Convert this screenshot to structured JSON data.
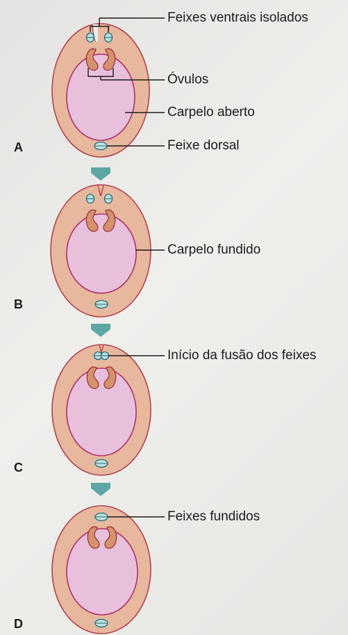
{
  "colors": {
    "background": "#ebebe8",
    "carpel_wall": "#e7b79e",
    "carpel_wall_stroke": "#b2434f",
    "locule": "#e8c0dc",
    "locule_stroke": "#b0306a",
    "ovule": "#d4926e",
    "ovule_stroke": "#9e2c2e",
    "bundle": "#bfe0dc",
    "bundle_stroke": "#1f6f80",
    "arrow": "#5ea6a3",
    "leader_line": "#1c1c1c"
  },
  "panels": [
    {
      "letter": "A",
      "labels": {
        "ventral_bundles": "Feixes ventrais isolados",
        "ovules": "Óvulos",
        "open_carpel": "Carpelo aberto",
        "dorsal_bundle": "Feixe dorsal"
      }
    },
    {
      "letter": "B",
      "labels": {
        "fused_carpel": "Carpelo fundido"
      }
    },
    {
      "letter": "C",
      "labels": {
        "fusion_start": "Início da fusão dos feixes"
      }
    },
    {
      "letter": "D",
      "labels": {
        "fused_bundles": "Feixes fundidos"
      }
    }
  ],
  "arrows": {
    "icon": "down-arrow-icon",
    "count": 3
  }
}
